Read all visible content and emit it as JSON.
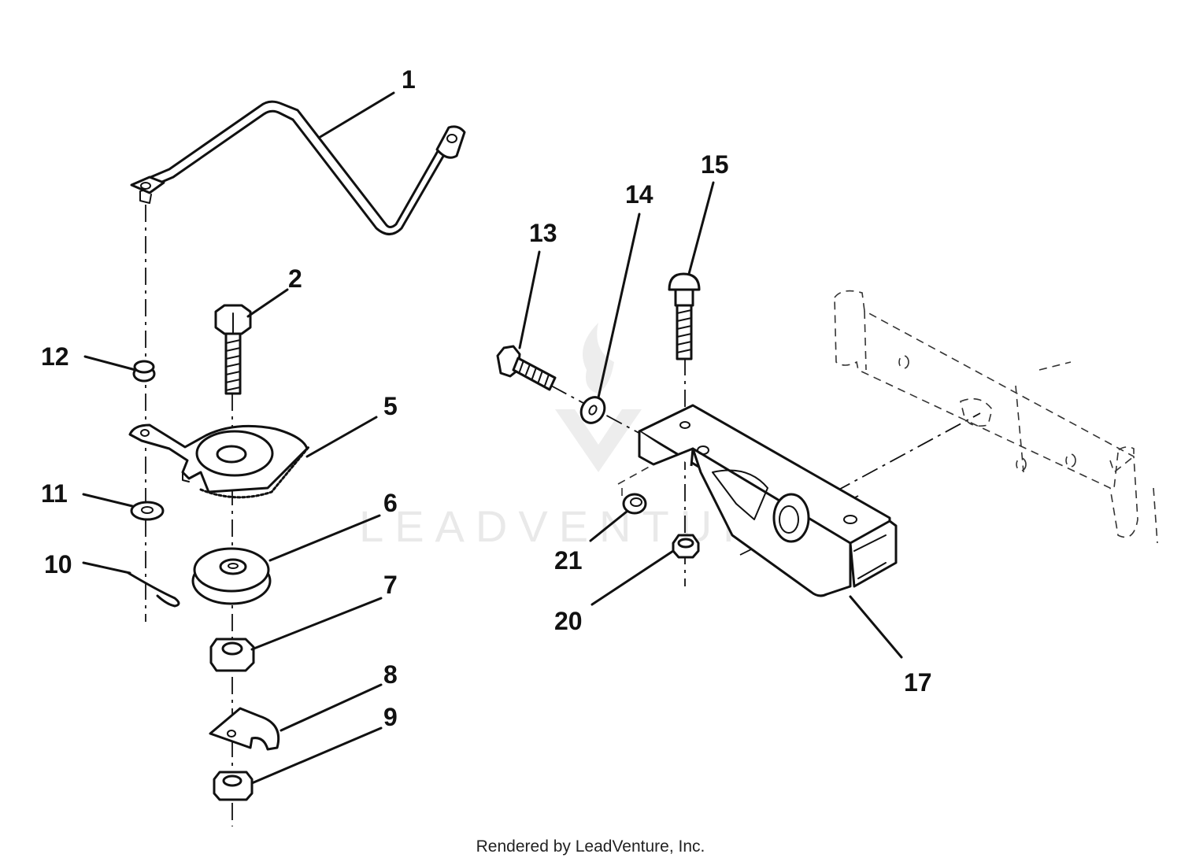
{
  "diagram": {
    "watermark_text": "LEADVENTURE",
    "labels": {
      "l1": "1",
      "l2": "2",
      "l5": "5",
      "l6": "6",
      "l7": "7",
      "l8": "8",
      "l9": "9",
      "l10": "10",
      "l11": "11",
      "l12": "12",
      "l13": "13",
      "l14": "14",
      "l15": "15",
      "l17": "17",
      "l20": "20",
      "l21": "21"
    }
  },
  "footer": {
    "credit": "Rendered by LeadVenture, Inc."
  }
}
